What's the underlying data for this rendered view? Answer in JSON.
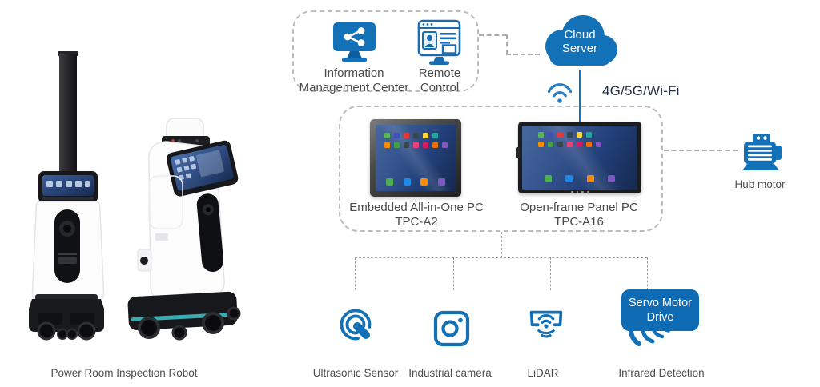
{
  "colors": {
    "accent_blue": "#1371b7",
    "servo_blue": "#0f6cb4",
    "wifi_blue": "#2b7fc4",
    "network_text": "#1d2d44",
    "label_gray": "#4a4a4a",
    "dashed_gray": "#bcbcbc"
  },
  "left": {
    "caption": "Power Room Inspection Robot"
  },
  "top_box": {
    "items": [
      {
        "icon": "monitor-share-icon",
        "line1": "Information",
        "line2": "Management Center"
      },
      {
        "icon": "remote-desktop-icon",
        "line1": "Remote",
        "line2": "Control"
      }
    ]
  },
  "cloud": {
    "line1": "Cloud",
    "line2": "Server"
  },
  "network_label": "4G/5G/Wi-Fi",
  "controllers": {
    "items": [
      {
        "name": "Embedded All-in-One PC",
        "model": "TPC-A2"
      },
      {
        "name": "Open-frame Panel PC",
        "model": "TPC-A16"
      }
    ]
  },
  "hub_motor_label": "Hub motor",
  "servo": {
    "line1": "Servo Motor",
    "line2": "Drive"
  },
  "sensors": {
    "ultrasonic": "Ultrasonic Sensor",
    "camera": "Industrial camera",
    "lidar": "LiDAR",
    "infrared": "Infrared Detection"
  },
  "app_icons": {
    "row1": [
      "#59b75a",
      "#3f51b5",
      "#e53935",
      "#37474f",
      "#fdd835",
      "#26a69a"
    ],
    "row2": [
      "#fb8c00",
      "#43a047",
      "#37474f",
      "#ec407a",
      "#d81b60",
      "#ef6c00",
      "#7e57c2"
    ],
    "dock": [
      "#4caf50",
      "#1e88e5",
      "#fb8c00",
      "#7e57c2"
    ]
  }
}
